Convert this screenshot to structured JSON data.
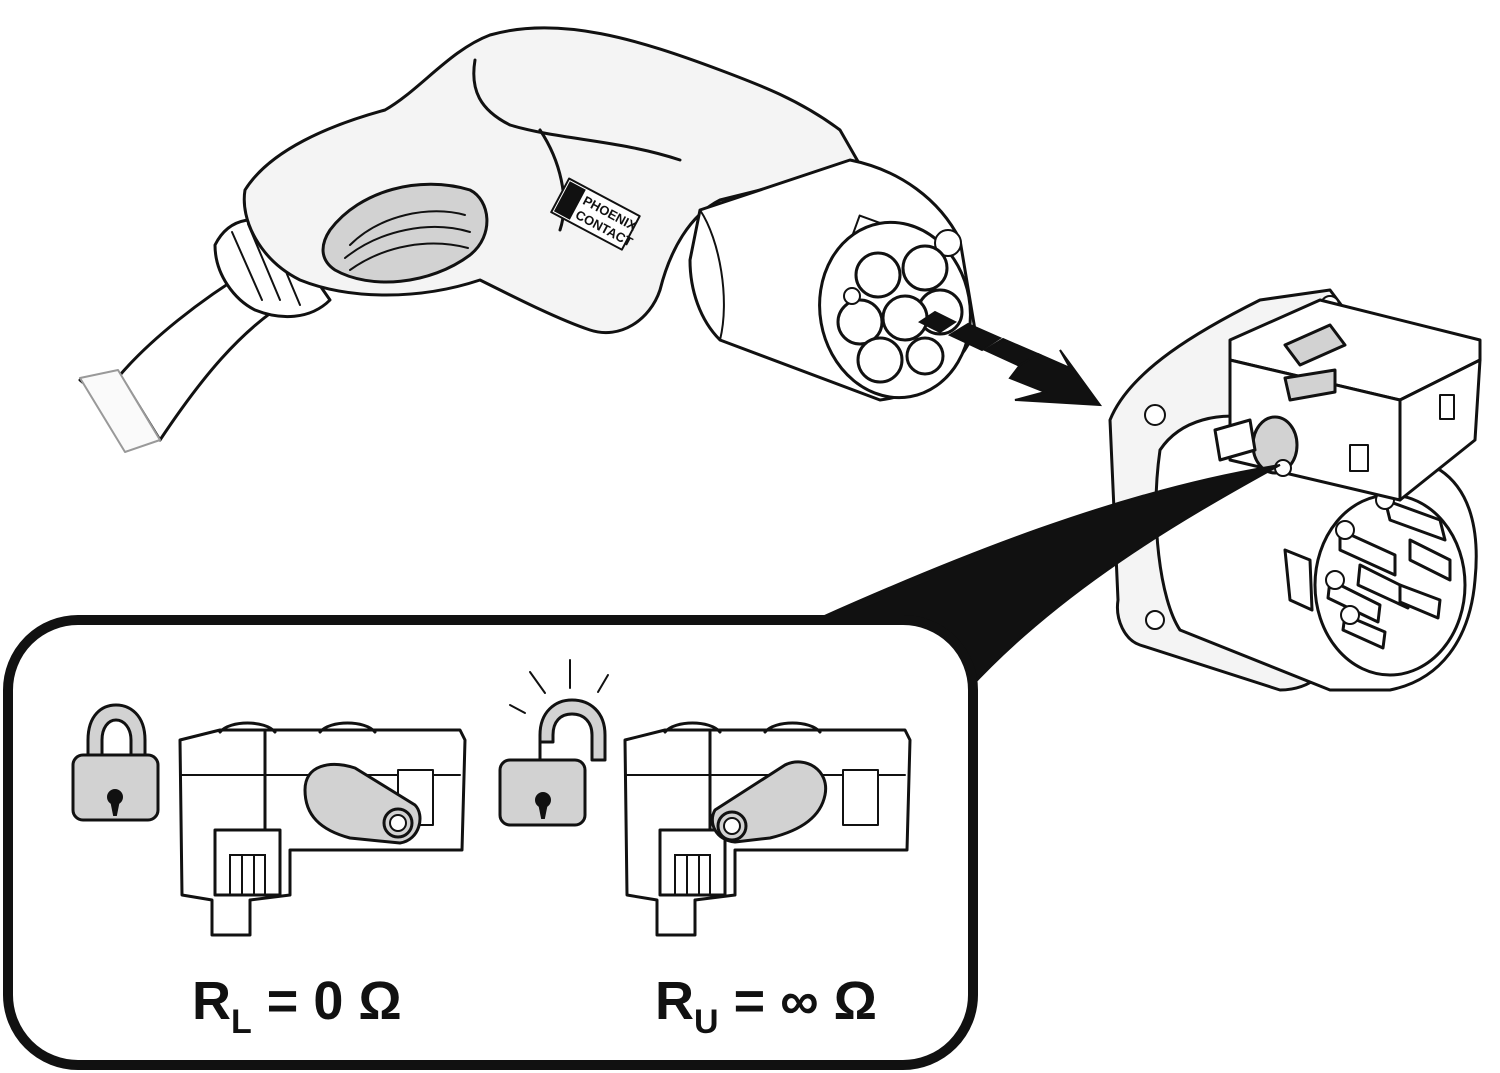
{
  "logo": {
    "line1": "PHOENIX",
    "line2": "CONTACT"
  },
  "formula_locked": {
    "symbol": "R",
    "subscript": "L",
    "equals": "=",
    "value": "0",
    "unit": "Ω"
  },
  "formula_unlocked": {
    "symbol": "R",
    "subscript": "U",
    "equals": "=",
    "value": "∞",
    "unit": "Ω"
  },
  "colors": {
    "line": "#111111",
    "housing": "#f4f4f4",
    "latch": "#d2d2d2",
    "background": "#ffffff"
  },
  "icons": [
    "charging-plug-icon",
    "direction-arrow-icon",
    "charging-socket-icon",
    "padlock-closed-icon",
    "padlock-open-icon",
    "actuator-locked-icon",
    "actuator-unlocked-icon"
  ]
}
